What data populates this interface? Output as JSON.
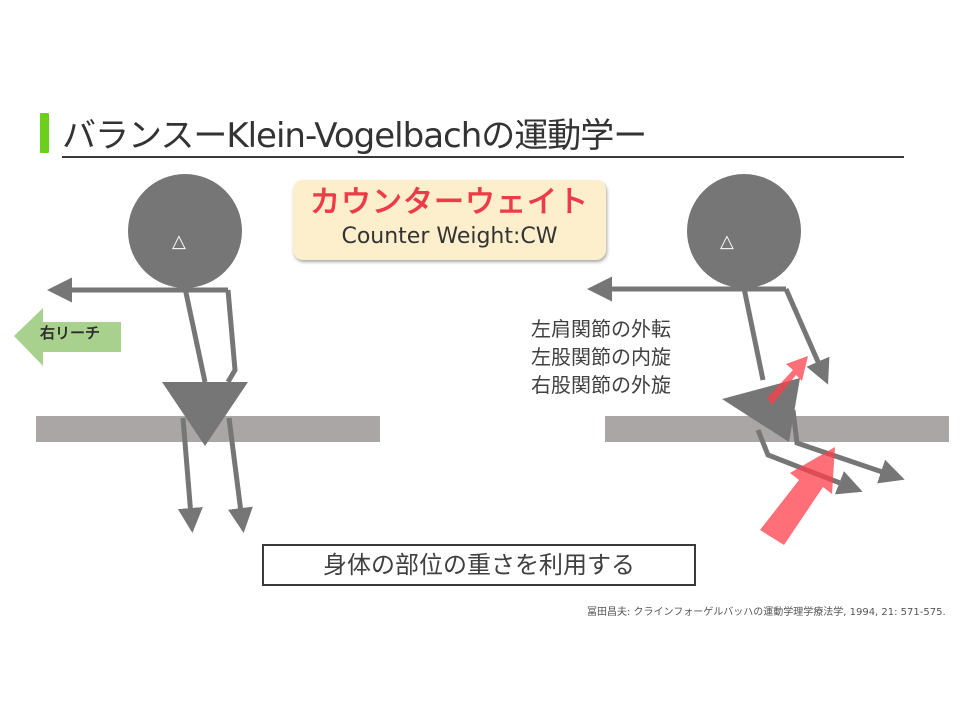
{
  "slide": {
    "title": "バランスーKlein-Vogelbachの運動学ー",
    "accent_color": "#6ccf1c",
    "callout": {
      "japanese": "カウンターウェイト",
      "english": "Counter Weight:CW",
      "jp_color": "#ee3b48",
      "bg_color": "#fdefcc"
    },
    "left_figure": {
      "head_symbol": "△",
      "reach_arrow_label": "右リーチ",
      "reach_arrow_color": "#a9d18e"
    },
    "right_figure": {
      "head_symbol": "△",
      "notes": [
        "左肩関節の外転",
        "左股関節の内旋",
        "右股関節の外旋"
      ],
      "force_arrow_color": "#ff5f66"
    },
    "summary": "身体の部位の重さを利用する",
    "citation": "冨田昌夫: クラインフォーゲルバッハの運動学理学療法学, 1994, 21: 571-575."
  }
}
